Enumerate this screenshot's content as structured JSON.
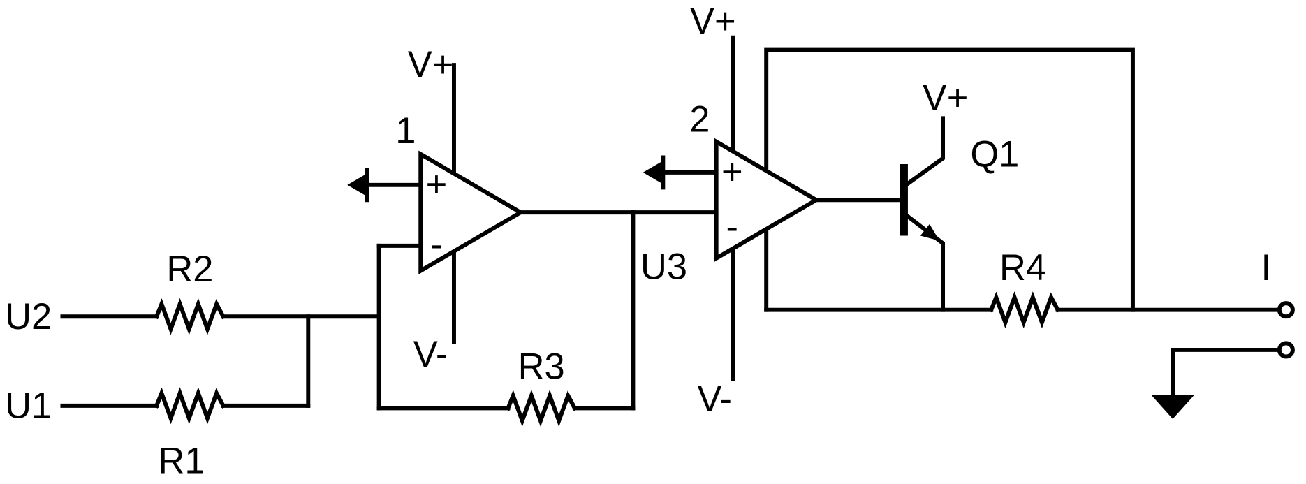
{
  "diagram": {
    "kind": "circuit-schematic",
    "colors": {
      "wire": "#000000",
      "background": "#ffffff"
    },
    "labels": {
      "input_u2": "U2",
      "input_u1": "U1",
      "resistor_r1": "R1",
      "resistor_r2": "R2",
      "resistor_r3": "R3",
      "resistor_r4": "R4",
      "node_u3": "U3",
      "opamp1_number": "1",
      "opamp2_number": "2",
      "opamp1_plus": "+",
      "opamp1_minus": "-",
      "opamp2_plus": "+",
      "opamp2_minus": "-",
      "opamp1_vplus": "V+",
      "opamp1_vminus": "V-",
      "opamp2_vplus": "V+",
      "opamp2_vminus": "V-",
      "transistor_q1": "Q1",
      "q1_vplus": "V+",
      "output_current": "I"
    }
  }
}
